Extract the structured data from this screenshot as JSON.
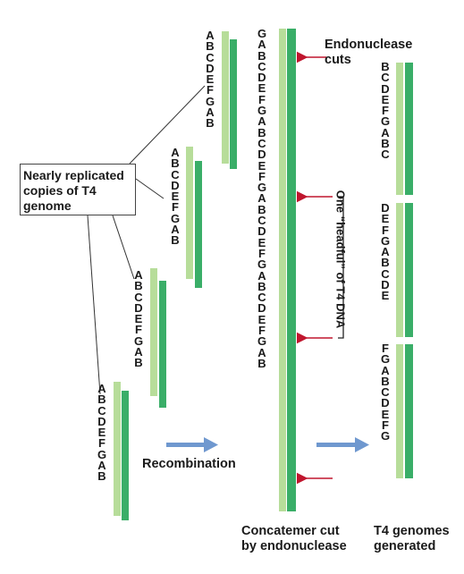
{
  "callout": {
    "text": "Nearly replicated copies of T4 genome"
  },
  "labels": {
    "endonuclease_cuts": "Endonuclease cuts",
    "headful": "One “headful” of T4 DNA",
    "recombination": "Recombination",
    "concatemer": "Concatemer cut by endonuclease",
    "genomes_generated": "T4 genomes generated"
  },
  "sequences": {
    "copy_1": "ABCDEFGAB",
    "copy_2": "ABCDEFGAB",
    "copy_3": "ABCDEFGAB",
    "copy_4": "ABCDEFGAB",
    "concatemer": "GABCDEFGABCDEFGABCDEFGABCDEFGAB",
    "genome_1": "BCDEFGABC",
    "genome_2": "DEFGABCDE",
    "genome_3": "FGABCDEFG"
  },
  "colors": {
    "strand_light": "#b7dd9a",
    "strand_dark": "#3aae68",
    "cut_arrow": "#c0162e",
    "process_arrow": "#6f98cf",
    "text": "#1a1a1a"
  }
}
